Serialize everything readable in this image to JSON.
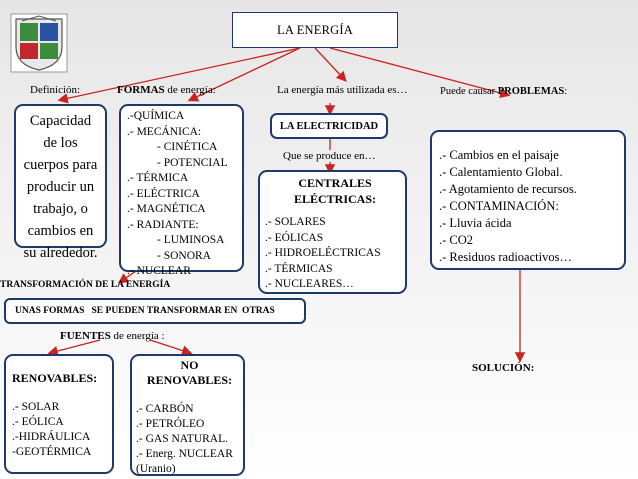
{
  "title": "LA ENERGÍA",
  "labels": {
    "definicion": "Definición:",
    "formas_b": "FORMAS",
    "formas_rest": " de energía:",
    "mas_utilizada": "La energía más utilizada es…",
    "problemas_pre": "Puede causar ",
    "problemas_b": "PROBLEMAS",
    "problemas_post": ":",
    "se_produce": "Que se produce en…",
    "transformacion": "TRANSFORMACIÓN DE LA ENERGÍA",
    "fuentes_b": "FUENTES",
    "fuentes_rest": " de energía :",
    "solucion": "SOLUCIÓN:"
  },
  "definicion_text": [
    "Capacidad",
    "de los",
    "cuerpos para",
    "producir un",
    "trabajo, o",
    "cambios en",
    "su alrededor."
  ],
  "formas_items": [
    ".-QUÍMICA",
    ".- MECÁNICA:",
    "- CINÉTICA",
    "- POTENCIAL",
    ".- TÉRMICA",
    ".- ELÉCTRICA",
    ".- MAGNÉTICA",
    ".- RADIANTE:",
    "- LUMINOSA",
    "- SONORA",
    ".- NUCLEAR"
  ],
  "electricidad": "LA ELECTRICIDAD",
  "centrales": {
    "title_1": "CENTRALES",
    "title_2": "ELÉCTRICAS:",
    "items": [
      ".- SOLARES",
      ".- EÓLICAS",
      ".- HIDROELÉCTRICAS",
      ".- TÉRMICAS",
      ".- NUCLEARES…"
    ]
  },
  "problemas_items": [
    ".- Cambios en el paisaje",
    ".- Calentamiento Global.",
    ".- Agotamiento de recursos.",
    ".- CONTAMINACIÓN:",
    ".- Lluvia ácida",
    ".- CO2",
    ".- Residuos radioactivos…"
  ],
  "unas_formas": "UNAS FORMAS   SE PUEDEN TRANSFORMAR EN  OTRAS",
  "renovables": {
    "title": "RENOVABLES:",
    "items": [
      ".- SOLAR",
      ".- EÓLICA",
      ".-HIDRÁULICA",
      "-GEOTÉRMICA"
    ]
  },
  "no_renovables": {
    "title_1": "NO",
    "title_2": "RENOVABLES:",
    "items": [
      ".- CARBÓN",
      ".- PETRÓLEO",
      ".- GAS NATURAL.",
      ".- Energ. NUCLEAR",
      "(Uranio)"
    ]
  },
  "colors": {
    "box_border": "#1f3a68",
    "connector": "#cc2222",
    "logo_green": "#3d8b3d",
    "logo_blue": "#2a52a0",
    "logo_red": "#c0282d"
  }
}
